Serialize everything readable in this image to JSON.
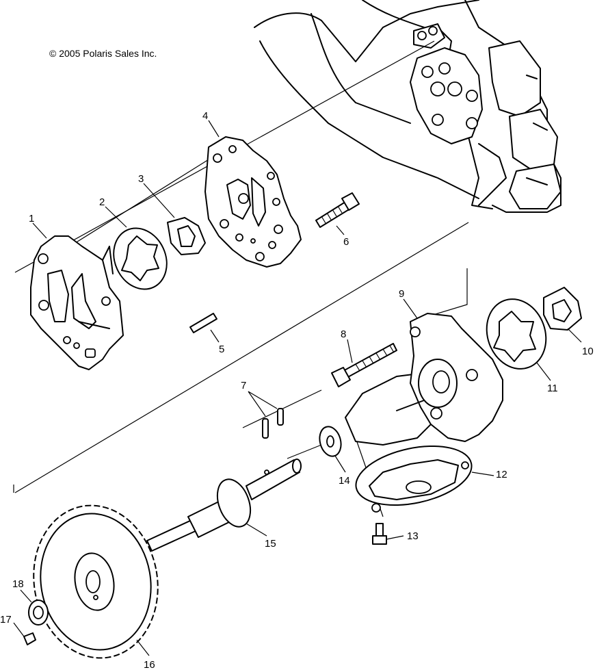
{
  "copyright": "© 2005 Polaris Sales Inc.",
  "callouts": {
    "c1": "1",
    "c2": "2",
    "c3": "3",
    "c4": "4",
    "c5": "5",
    "c6": "6",
    "c7": "7",
    "c8": "8",
    "c9": "9",
    "c10": "10",
    "c11": "11",
    "c12": "12",
    "c13": "13",
    "c14": "14",
    "c15": "15",
    "c16": "16",
    "c17": "17",
    "c18": "18"
  }
}
